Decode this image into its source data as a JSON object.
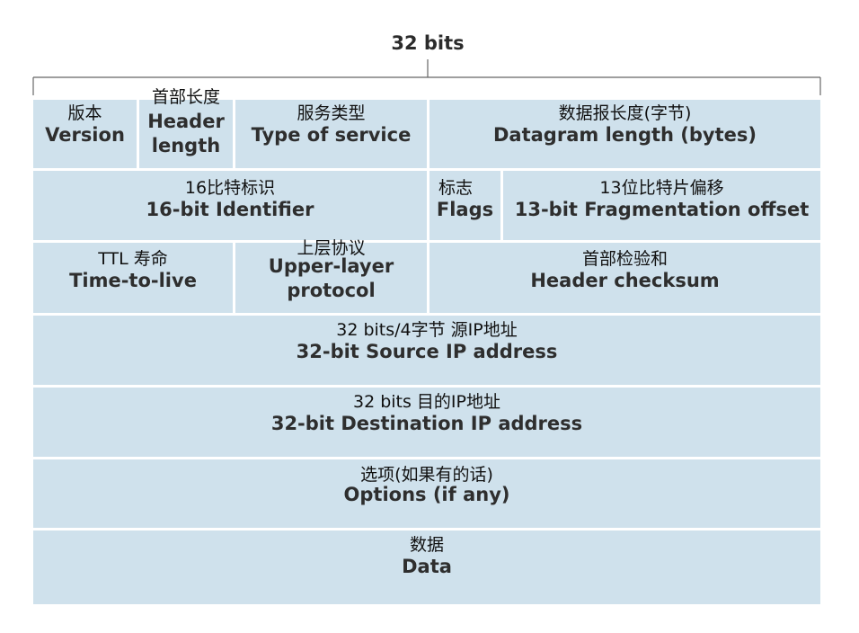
{
  "width_label": "32 bits",
  "fields": {
    "version": {
      "zh": "版本",
      "en": "Version"
    },
    "header_length": {
      "zh": "首部长度",
      "en_line1": "Header",
      "en_line2": "length"
    },
    "type_of_service": {
      "zh": "服务类型",
      "en": "Type of service"
    },
    "datagram_length": {
      "zh": "数据报长度(字节)",
      "en": "Datagram length (bytes)"
    },
    "identifier": {
      "zh": "16比特标识",
      "en": "16-bit Identifier"
    },
    "flags": {
      "zh": "标志",
      "en": "Flags"
    },
    "fragment_offset": {
      "zh": "13位比特片偏移",
      "en": "13-bit Fragmentation offset"
    },
    "ttl": {
      "zh": "TTL 寿命",
      "en": "Time-to-live"
    },
    "upper_layer_protocol": {
      "zh": "上层协议",
      "en_line1": "Upper-layer",
      "en_line2": "protocol"
    },
    "header_checksum": {
      "zh": "首部检验和",
      "en": "Header checksum"
    },
    "source_ip": {
      "zh": "32 bits/4字节 源IP地址",
      "en": "32-bit Source IP address"
    },
    "destination_ip": {
      "zh": "32 bits 目的IP地址",
      "en": "32-bit Destination IP address"
    },
    "options": {
      "zh": "选项(如果有的话)",
      "en": "Options (if any)"
    },
    "data": {
      "zh": "数据",
      "en": "Data"
    }
  },
  "colors": {
    "cell_fill": "#cfe1ec",
    "cell_divider": "#ffffff",
    "bracket_line": "#666666"
  }
}
